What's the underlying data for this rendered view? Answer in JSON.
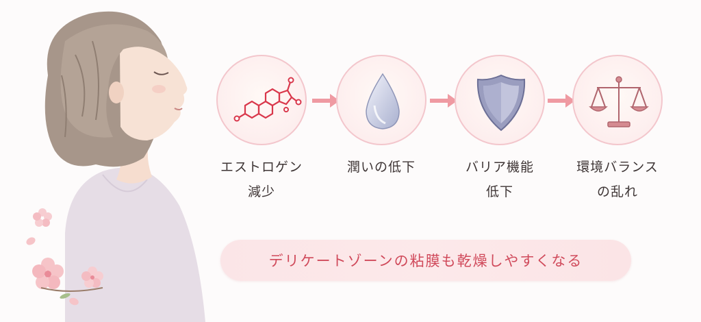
{
  "steps": [
    {
      "line1": "エストロゲン",
      "line2": "減少",
      "icon": "molecule-icon"
    },
    {
      "line1": "潤いの低下",
      "line2": "",
      "icon": "water-drop-icon"
    },
    {
      "line1": "バリア機能",
      "line2": "低下",
      "icon": "shield-icon"
    },
    {
      "line1": "環境バランス",
      "line2": "の乱れ",
      "icon": "balance-scale-icon"
    }
  ],
  "banner": {
    "text": "デリケートゾーンの粘膜も乾燥しやすくなる"
  },
  "colors": {
    "accent": "#e8707c",
    "banner_text": "#d04a5b",
    "circle_border": "#f3c6cc",
    "label_text": "#3e3535"
  }
}
